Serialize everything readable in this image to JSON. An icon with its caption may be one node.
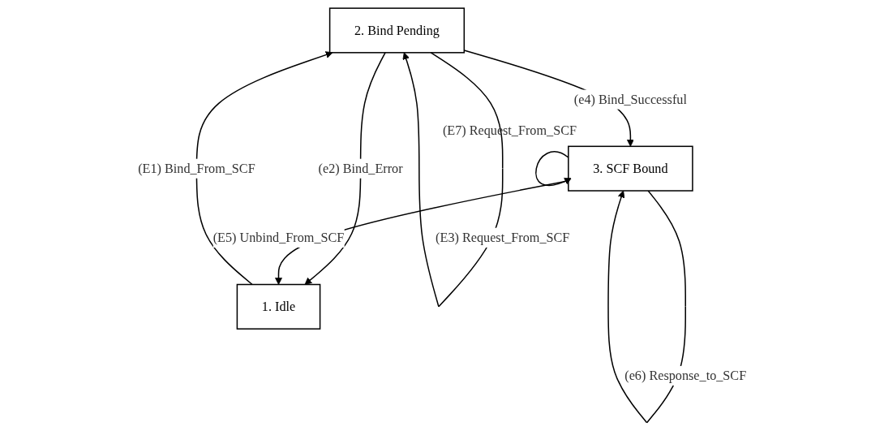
{
  "diagram": {
    "nodes": [
      {
        "text": [
          "2. Bind Pending"
        ]
      },
      {
        "text": [
          "1. Idle"
        ]
      },
      {
        "text": [
          "3. SCF Bound"
        ]
      }
    ],
    "edges": [
      {
        "from": 1,
        "to": 0,
        "arrow": "to",
        "label": "(E1) Bind_From_SCF"
      },
      {
        "from": 0,
        "to": 1,
        "arrow": "to",
        "label": "(e2) Bind_Error"
      },
      {
        "from": 0,
        "to": 0,
        "arrow": "to",
        "label": "(E3) Request_From_SCF"
      },
      {
        "from": 0,
        "to": 2,
        "arrow": "to",
        "label": "(e4) Bind_Successful"
      },
      {
        "from": 2,
        "to": 1,
        "arrow": "to",
        "label": "(E5) Unbind_From_SCF"
      },
      {
        "from": 2,
        "to": 2,
        "arrow": "to",
        "label": "(e6) Response_to_SCF"
      },
      {
        "from": 2,
        "to": 2,
        "arrow": "to",
        "label": "(E7) Request_From_SCF"
      }
    ]
  }
}
